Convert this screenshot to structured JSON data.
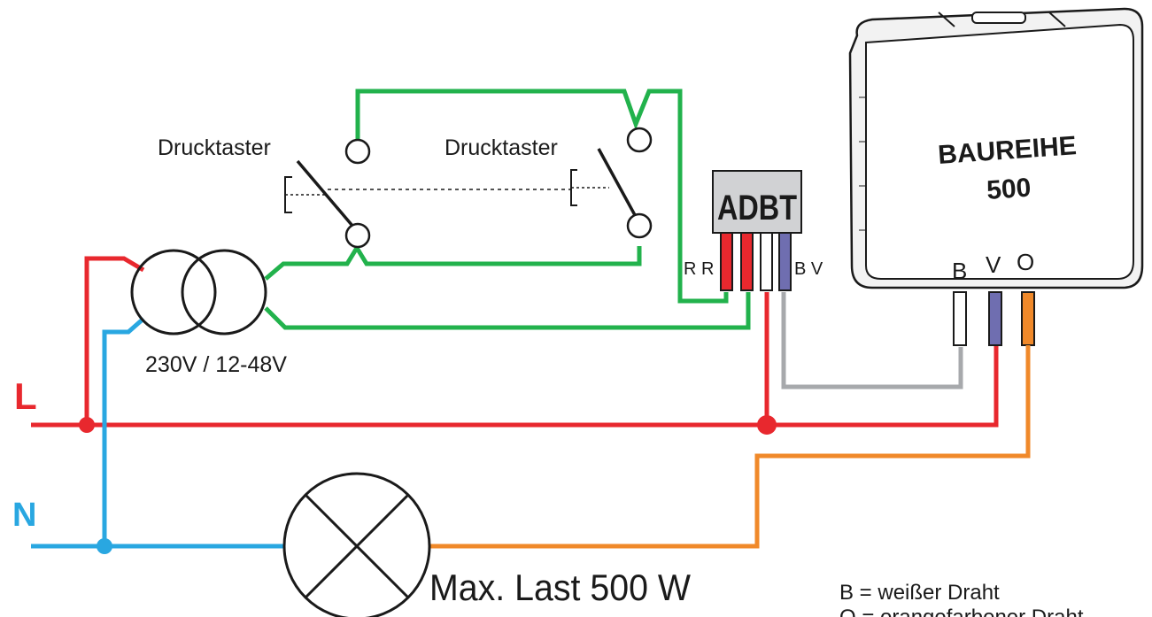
{
  "labels": {
    "line_l": "L",
    "line_n": "N",
    "switch_1": "Drucktaster",
    "switch_2": "Drucktaster",
    "transformer": "230V / 12-48V",
    "adbt": "ADBT",
    "adbt_left_terminals": "R R",
    "adbt_right_terminals": "B V",
    "device_line1": "BAUREIHE",
    "device_line2": "500",
    "device_terminal_b": "B",
    "device_terminal_v": "V",
    "device_terminal_o": "O",
    "load": "Max. Last 500 W",
    "legend_b": "B = weißer Draht",
    "legend_o": "O = orangefarbener Draht"
  },
  "colors": {
    "live": "#e8282e",
    "neutral": "#29a7e1",
    "low_voltage": "#22b24c",
    "load_wire": "#f0892a",
    "grey_wire": "#a7a9ac",
    "violet": "#6f6eb0",
    "label_red": "#e8282e",
    "label_blue": "#29a7e1"
  }
}
